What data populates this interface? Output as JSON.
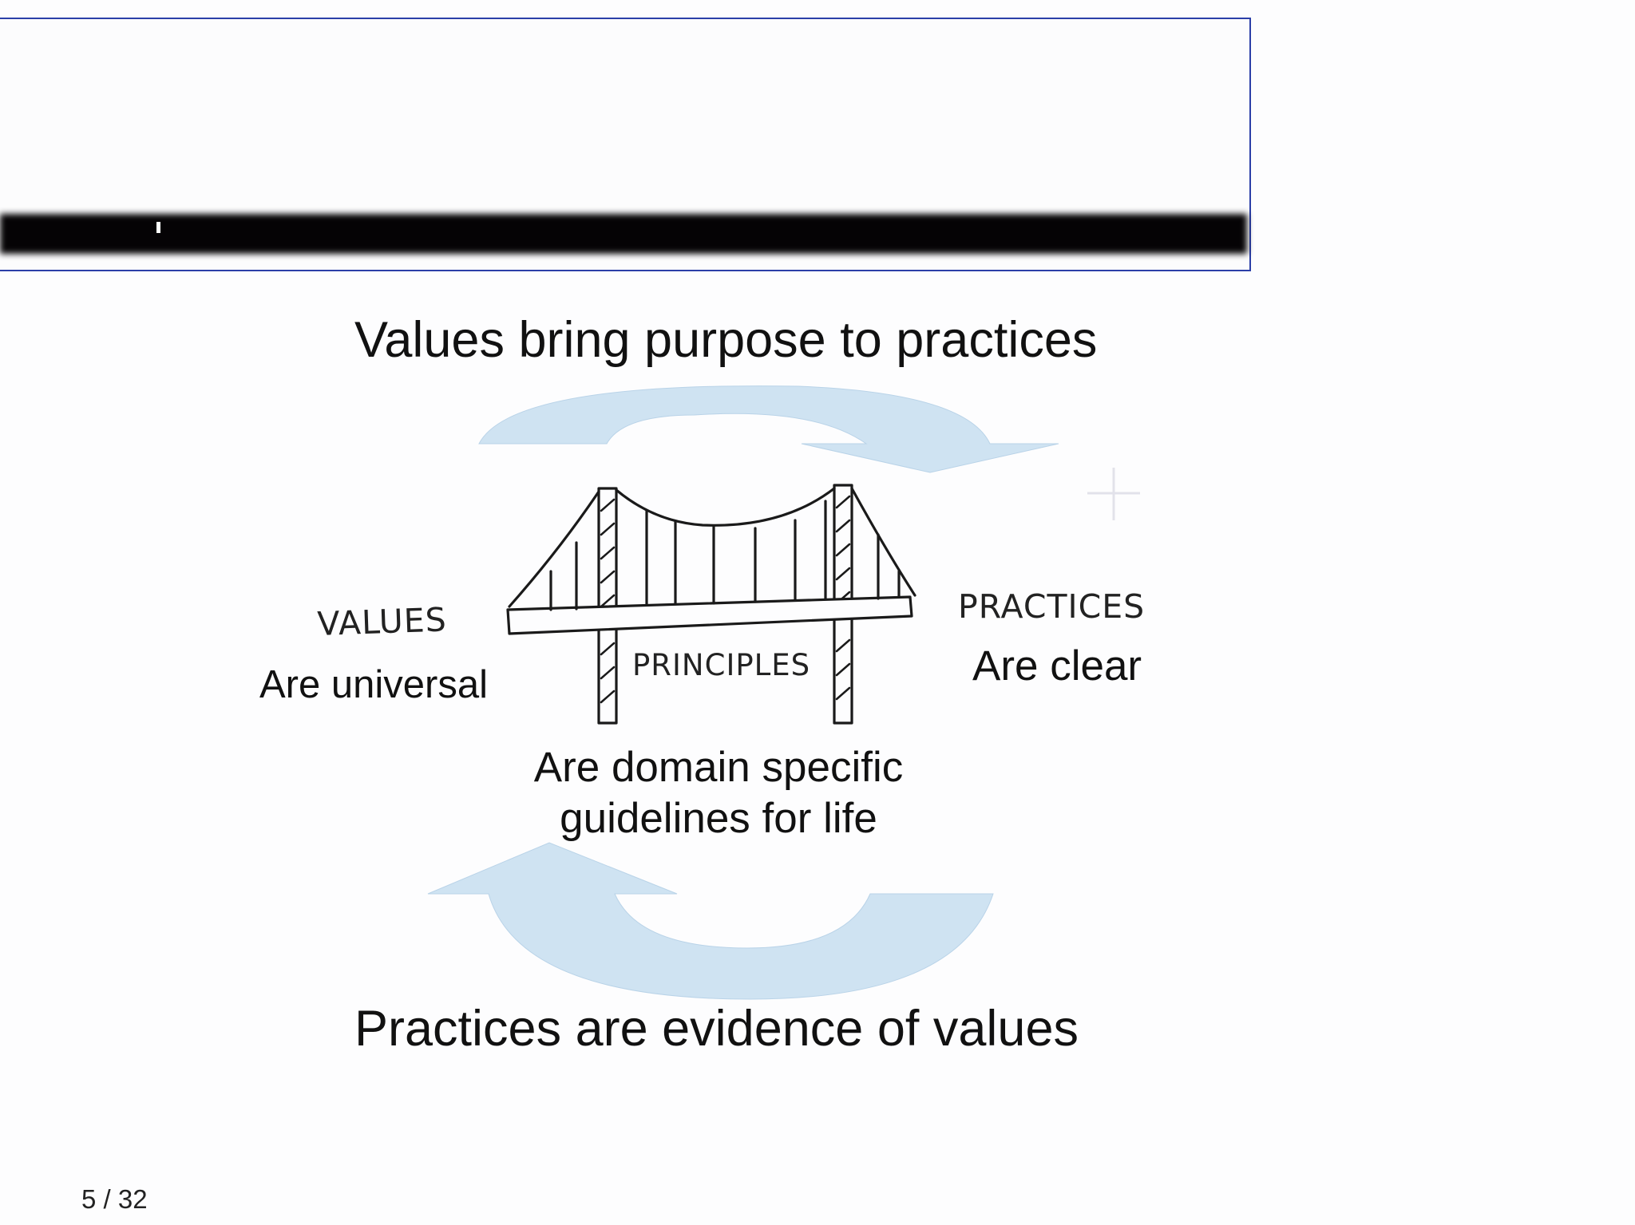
{
  "slide": {
    "top_caption": "Values bring purpose to practices",
    "bottom_caption": "Practices are evidence of values",
    "page_number": "5 / 32"
  },
  "diagram": {
    "sketch_labels": {
      "values": "VALUES",
      "principles": "PRINCIPLES",
      "practices": "PRACTICES"
    },
    "descriptions": {
      "values": "Are universal",
      "principles_line1": "Are domain specific",
      "principles_line2": "guidelines for life",
      "practices": "Are clear"
    },
    "colors": {
      "arrow_fill": "#cfe3f2",
      "title_border": "#2b3fa8",
      "title_bar": "#050305"
    }
  }
}
